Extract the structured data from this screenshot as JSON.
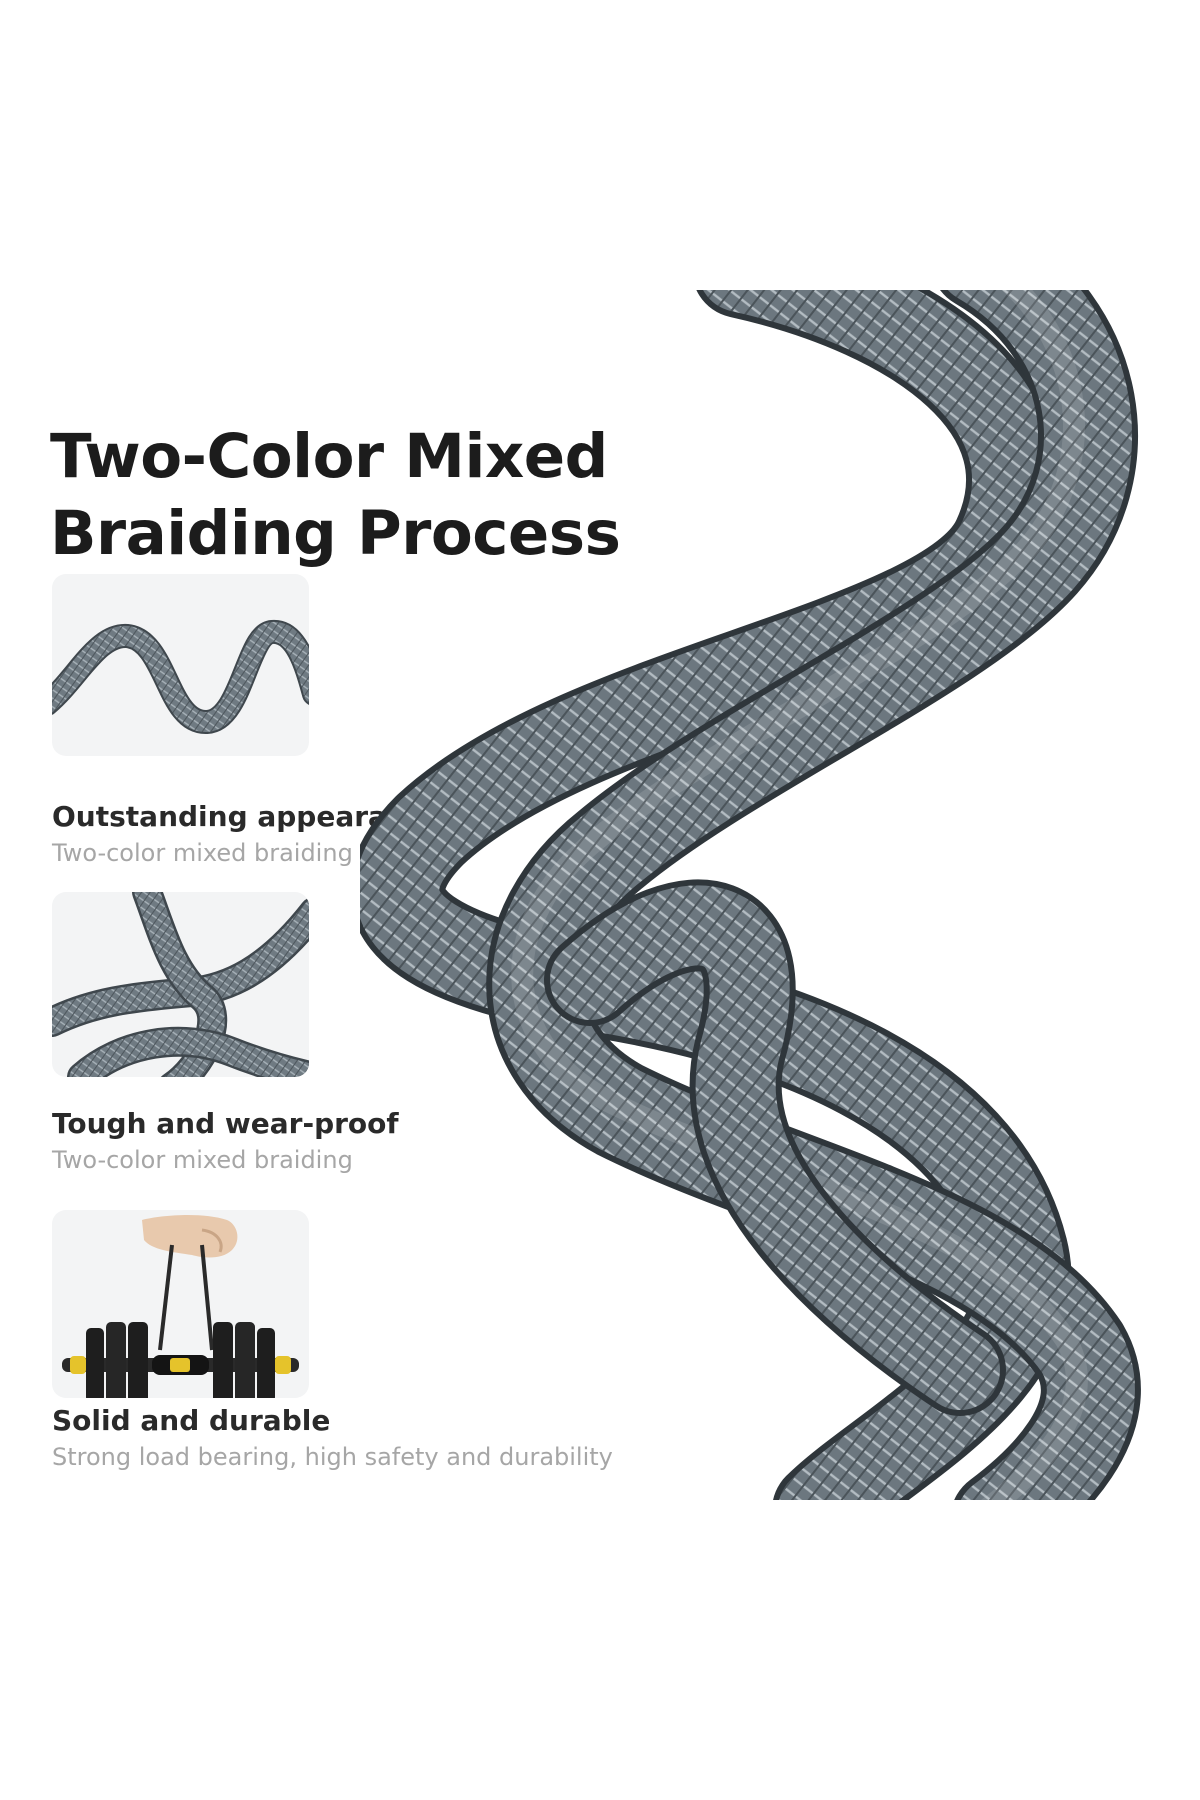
{
  "headline": {
    "line1": "Two-Color Mixed",
    "line2": "Braiding Process"
  },
  "features": [
    {
      "title": "Outstanding appearance",
      "subtitle": "Two-color mixed braiding",
      "icon": "wavy-cable-icon"
    },
    {
      "title": "Tough and wear-proof",
      "subtitle": "Two-color mixed braiding",
      "icon": "knotted-cable-icon"
    },
    {
      "title": "Solid and durable",
      "subtitle": "Strong load bearing, high safety and durability",
      "icon": "dumbbell-lift-icon"
    }
  ],
  "colors": {
    "cable_braid": "#6f7a82",
    "cable_highlight": "#a9b3ba",
    "cable_shadow": "#3f474d",
    "dumbbell_plate": "#1e1e1e",
    "dumbbell_accent": "#e5c32b",
    "thumb_background": "#f3f4f5"
  }
}
